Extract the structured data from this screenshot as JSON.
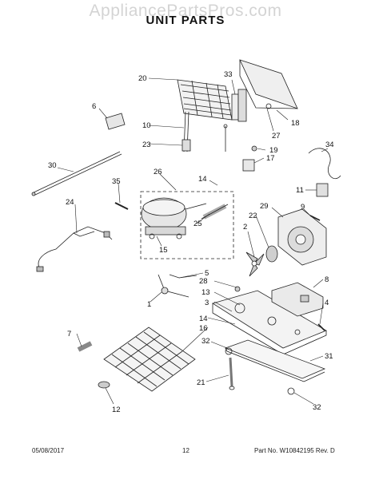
{
  "watermark": "AppliancePartsPros.com",
  "title": "UNIT PARTS",
  "footer": {
    "date": "05/08/2017",
    "page": "12",
    "part_number": "Part No. W10842195 Rev. D"
  },
  "callouts": {
    "c20": "20",
    "c33": "33",
    "c6": "6",
    "c18": "18",
    "c10": "10",
    "c27": "27",
    "c23": "23",
    "c19": "19",
    "c17": "17",
    "c34": "34",
    "c30": "30",
    "c26": "26",
    "c14a": "14",
    "c35": "35",
    "c11": "11",
    "c24": "24",
    "c29": "29",
    "c9": "9",
    "c22": "22",
    "c25": "25",
    "c2": "2",
    "c15": "15",
    "c5": "5",
    "c28": "28",
    "c13": "13",
    "c8": "8",
    "c3": "3",
    "c4": "4",
    "c1": "1",
    "c14b": "14",
    "c16": "16",
    "c7": "7",
    "c32a": "32",
    "c31": "31",
    "c21": "21",
    "c12": "12",
    "c32b": "32"
  }
}
